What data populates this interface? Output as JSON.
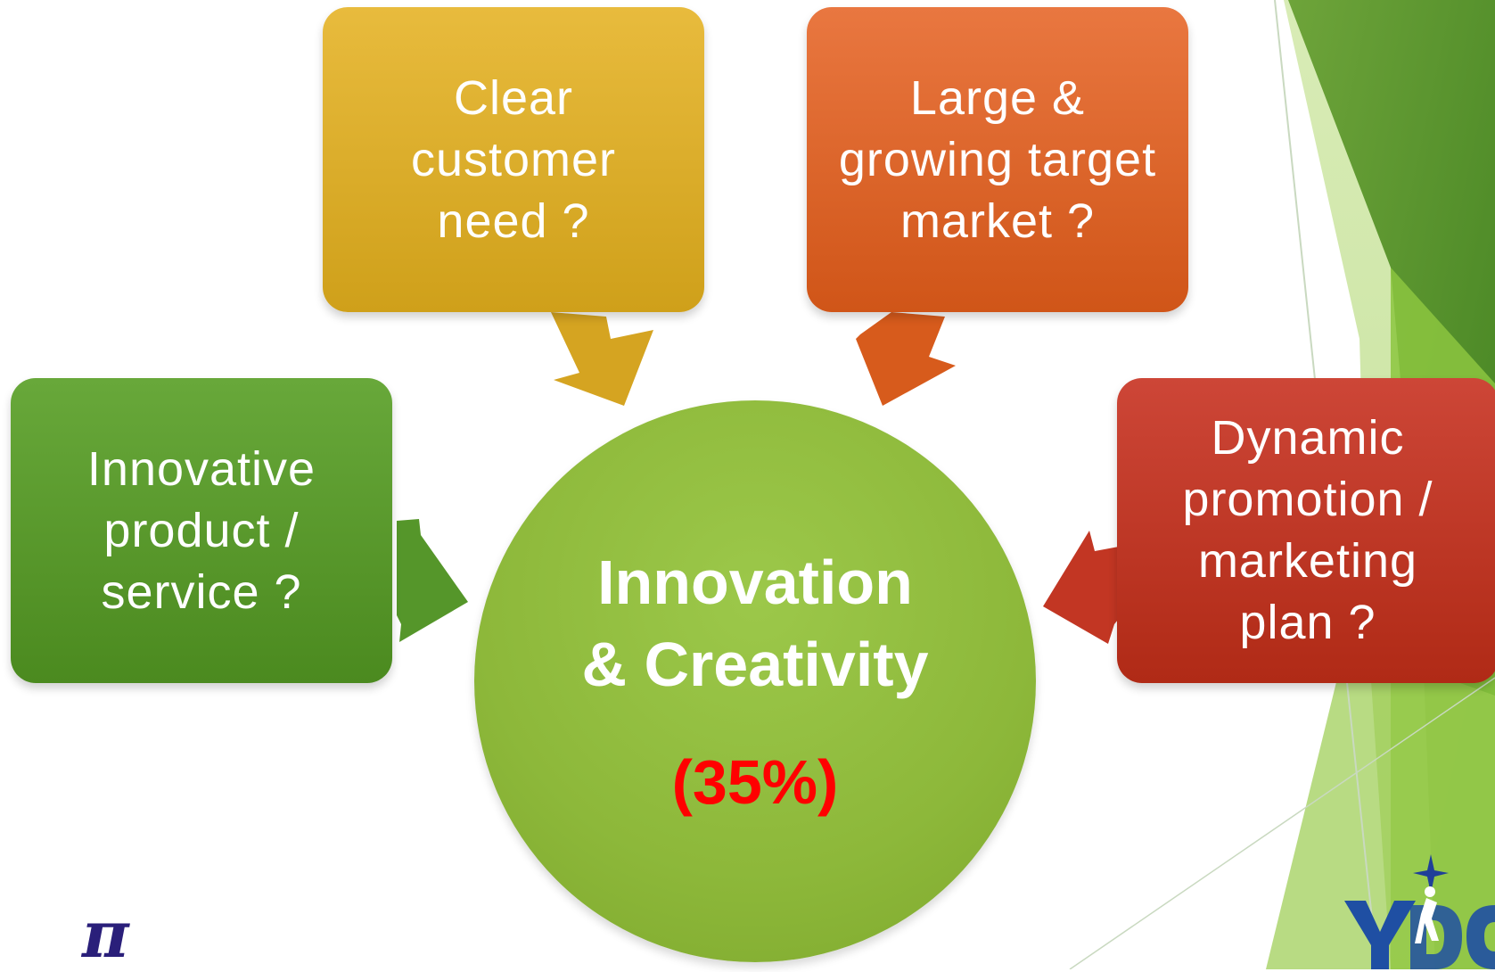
{
  "diagram": {
    "center": {
      "line1": "Innovation",
      "line2": "& Creativity",
      "weight": "(35%)"
    },
    "boxes": {
      "customer": {
        "lines": [
          "Clear",
          "customer",
          "need ?"
        ],
        "color": "#d9a92a"
      },
      "market": {
        "lines": [
          "Large &",
          "growing target",
          "market ?"
        ],
        "color": "#dc6426"
      },
      "product": {
        "lines": [
          "Innovative",
          "product /",
          "service ?"
        ],
        "color": "#5a9a2d"
      },
      "promotion": {
        "lines": [
          "Dynamic",
          "promotion /",
          "marketing",
          "plan ?"
        ],
        "color": "#bf3826"
      }
    }
  },
  "logos": {
    "pi": "π",
    "ydc": "YDC"
  },
  "colors": {
    "center_circle": "#8db83a",
    "weight_text": "#ff0000",
    "accent_green": "#5a9a2d"
  }
}
